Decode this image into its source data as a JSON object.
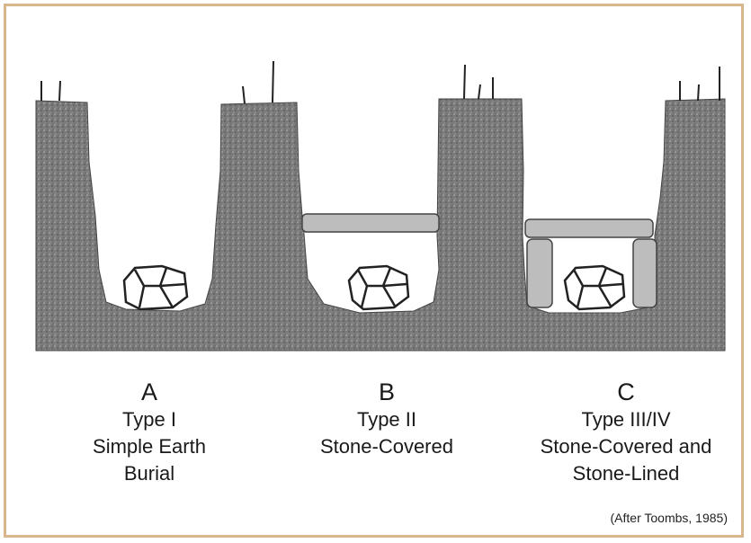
{
  "figure": {
    "panels": [
      {
        "letter": "A",
        "type": "Type I",
        "description_lines": [
          "Simple Earth",
          "Burial"
        ]
      },
      {
        "letter": "B",
        "type": "Type II",
        "description_lines": [
          "Stone-Covered"
        ]
      },
      {
        "letter": "C",
        "type": "Type III/IV",
        "description_lines": [
          "Stone-Covered and",
          "Stone-Lined"
        ]
      }
    ],
    "citation": "(After Toombs, 1985)"
  },
  "colors": {
    "earth": "#6e6e6e",
    "stone": "#bdbdbd",
    "frame": "#d9b78e"
  }
}
